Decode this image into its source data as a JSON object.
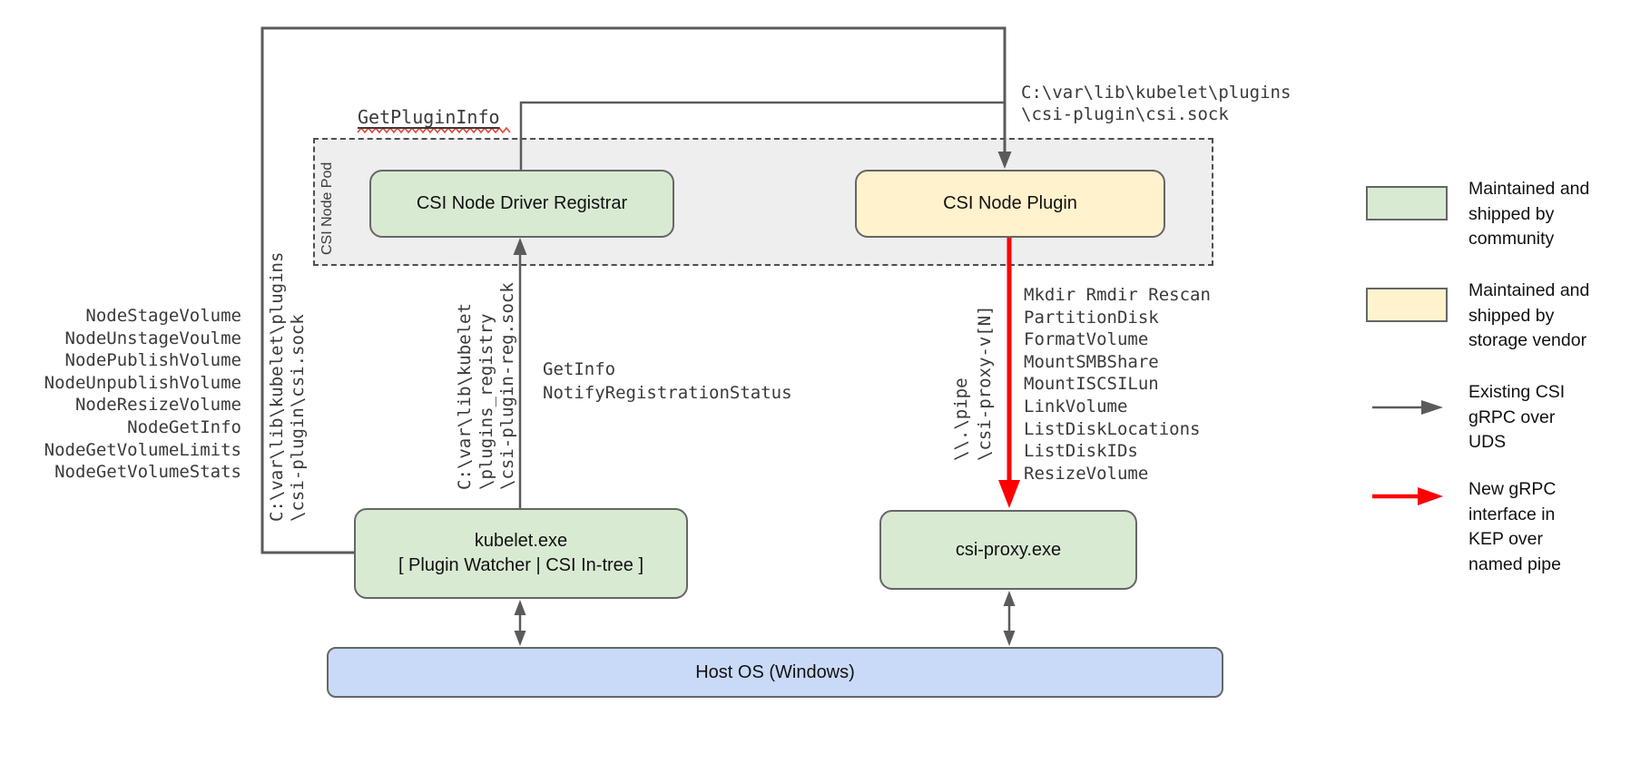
{
  "pod": {
    "label": "CSI Node Pod"
  },
  "boxes": {
    "registrar": {
      "label": "CSI Node Driver Registrar"
    },
    "plugin": {
      "label": "CSI Node Plugin"
    },
    "kubelet": {
      "lines": "kubelet.exe\n[ Plugin Watcher | CSI In-tree ]"
    },
    "csi_proxy": {
      "label": "csi-proxy.exe"
    },
    "host_os": {
      "label": "Host OS (Windows)"
    }
  },
  "annotations": {
    "get_plugin_info": "GetPluginInfo",
    "plugin_socket_path": "C:\\var\\lib\\kubelet\\plugins\n\\csi-plugin\\csi.sock",
    "plugin_socket_path_vertical": "C:\\var\\lib\\kubelet\\plugins\n\\csi-plugin\\csi.sock",
    "registry_socket_path_vertical": "C:\\var\\lib\\kubelet\n\\plugins_registry\n\\csi-plugin-reg.sock",
    "named_pipe_vertical": "\\\\.\\pipe\n\\csi-proxy-v[N]",
    "registration_calls": [
      "GetInfo",
      "NotifyRegistrationStatus"
    ],
    "node_calls": [
      "NodeStageVolume",
      "NodeUnstageVoulme",
      "NodePublishVolume",
      "NodeUnpublishVolume",
      "NodeResizeVolume",
      "NodeGetInfo",
      "NodeGetVolumeLimits",
      "NodeGetVolumeStats"
    ],
    "proxy_calls": [
      "Mkdir Rmdir Rescan",
      "PartitionDisk",
      "FormatVolume",
      "MountSMBShare",
      "MountISCSILun",
      "LinkVolume",
      "ListDiskLocations",
      "ListDiskIDs",
      "ResizeVolume"
    ]
  },
  "legend": {
    "community": {
      "label": "Maintained and\nshipped by\ncommunity",
      "color": "#d9ead3"
    },
    "vendor": {
      "label": "Maintained and\nshipped by\nstorage vendor",
      "color": "#fff2cc"
    },
    "uds": {
      "label": "Existing CSI\ngRPC over\nUDS",
      "color": "#5b5b5b"
    },
    "pipe": {
      "label": "New gRPC\ninterface in\nKEP over\nnamed pipe",
      "color": "#ff0000"
    }
  },
  "colors": {
    "community_box": "#d9ead3",
    "vendor_box": "#fff2cc",
    "host_box": "#c9daf8",
    "pod_bg": "#eeeeee",
    "line": "#5b5b5b",
    "new_rpc": "#ff0000",
    "squiggle": "#ea4335"
  }
}
